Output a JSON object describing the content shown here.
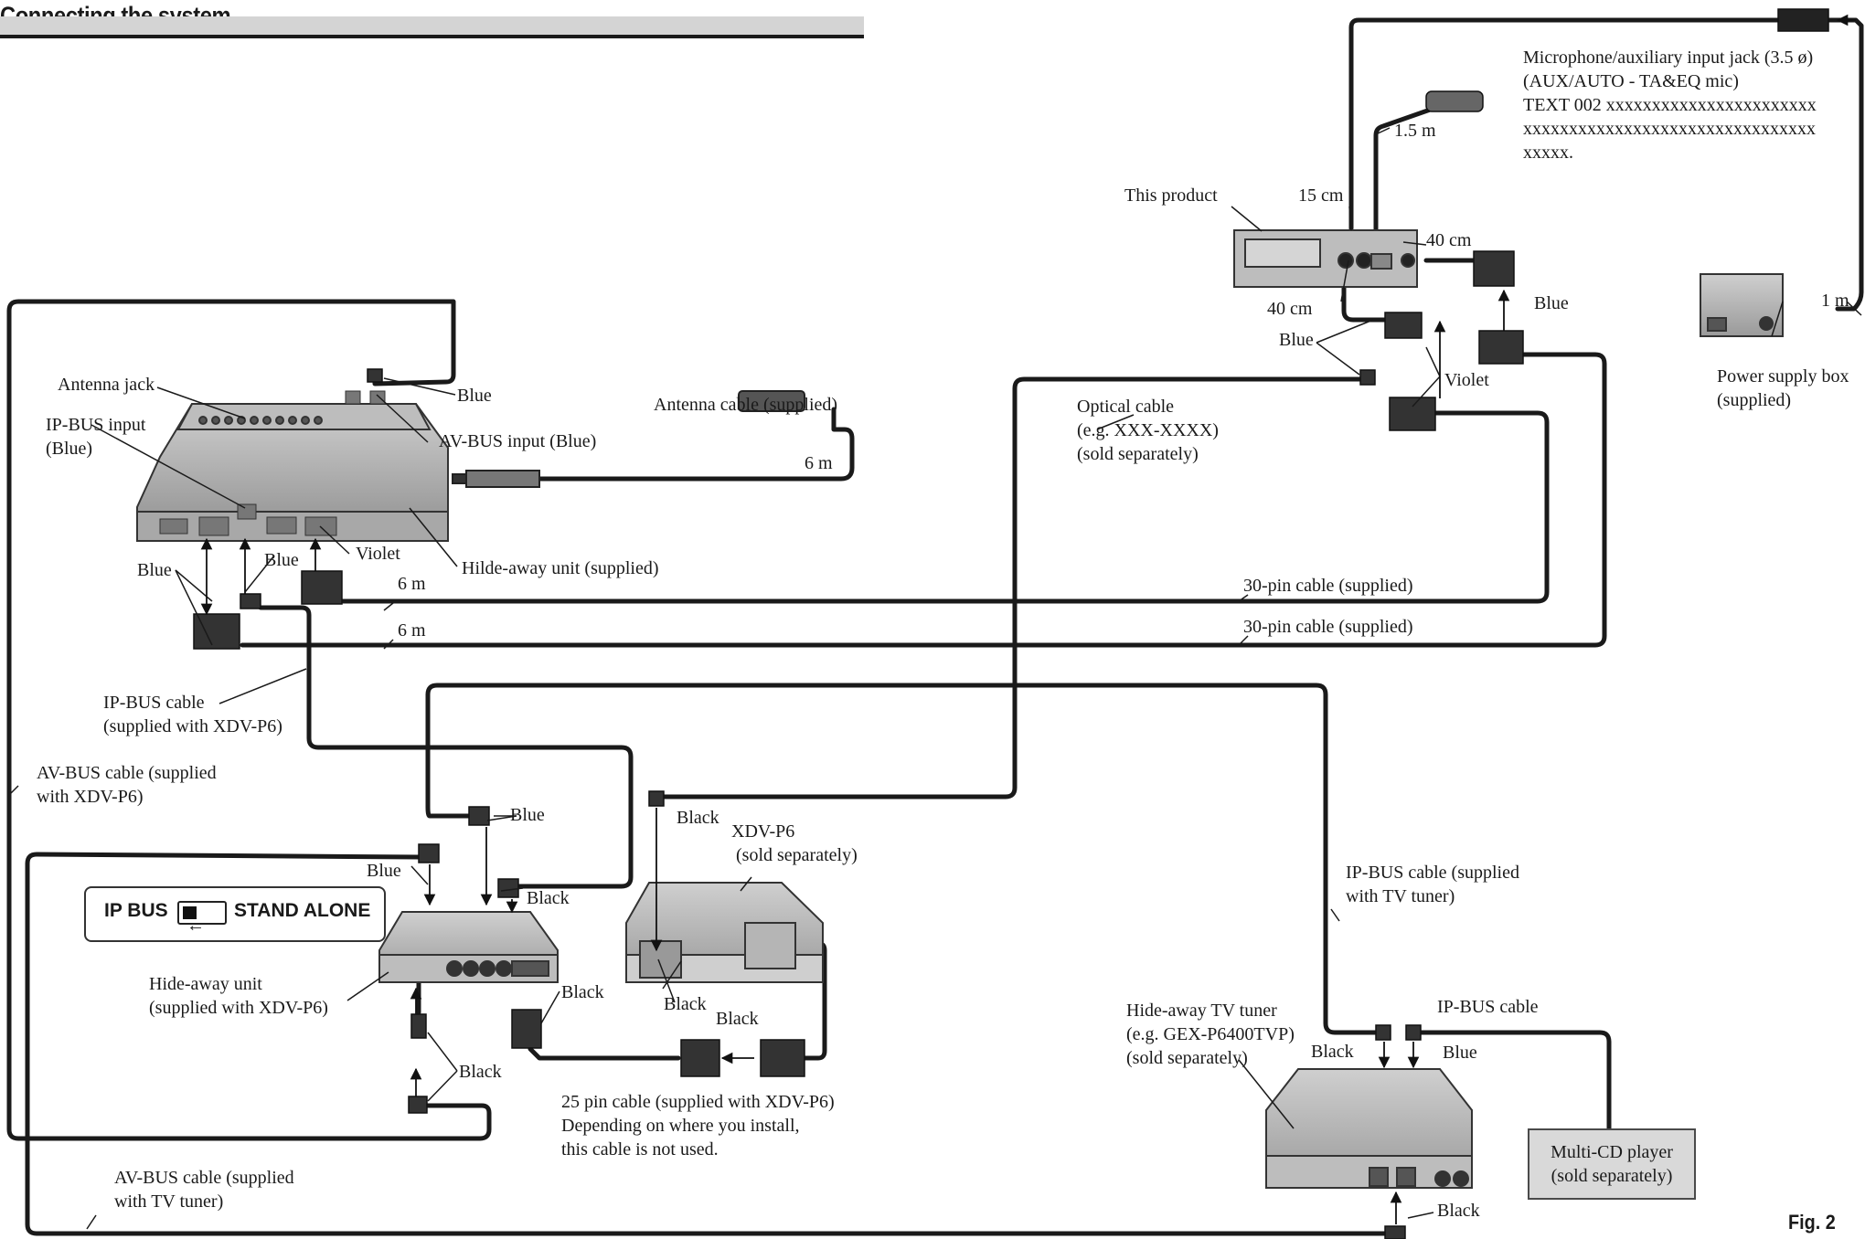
{
  "header": {
    "title": "Connecting the system"
  },
  "figure_label": "Fig. 2",
  "switch": {
    "left_label": "IP BUS",
    "right_label": "STAND ALONE",
    "arrow": "←"
  },
  "components": {
    "multi_cd": {
      "line1": "Multi-CD player",
      "line2": "(sold separately)"
    }
  },
  "labels": {
    "mic_jack_1": "Microphone/auxiliary input jack (3.5 ø)",
    "mic_jack_2": "(AUX/AUTO - TA&EQ mic)",
    "mic_jack_3": "TEXT 002 xxxxxxxxxxxxxxxxxxxxxxx",
    "mic_jack_4": "xxxxxxxxxxxxxxxxxxxxxxxxxxxxxxxx",
    "mic_jack_5": "xxxxx.",
    "len_1_5m": "1.5 m",
    "this_product": "This product",
    "len_15cm": "15 cm",
    "len_40cm_a": "40 cm",
    "len_40cm_b": "40 cm",
    "blue_tr": "Blue",
    "blue_tm": "Blue",
    "violet_tr": "Violet",
    "len_1m": "1 m",
    "psu_1": "Power supply box",
    "psu_2": "(supplied)",
    "optical_1": "Optical cable",
    "optical_2": "(e.g. XXX-XXXX)",
    "optical_3": "(sold separately)",
    "antenna_jack": "Antenna jack",
    "blue_av": "Blue",
    "ipbus_in_1": "IP-BUS input",
    "ipbus_in_2": "(Blue)",
    "antenna_cable": "Antenna cable (supplied)",
    "avbus_in": "AV-BUS input (Blue)",
    "len_6m_ant": "6 m",
    "blue_l1": "Blue",
    "blue_l2": "Blue",
    "violet_l": "Violet",
    "hide_main": "Hilde-away unit (supplied)",
    "len_6m_a": "6 m",
    "len_6m_b": "6 m",
    "pin30_a": "30-pin cable (supplied)",
    "pin30_b": "30-pin cable (supplied)",
    "ipbus_cable_1": "IP-BUS cable",
    "ipbus_cable_2": "(supplied with XDV-P6)",
    "avbus_cable_1": "AV-BUS cable (supplied",
    "avbus_cable_2": "with XDV-P6)",
    "blue_m1": "Blue",
    "black_xdv": "Black",
    "xdv_1": "XDV-P6",
    "xdv_2": "(sold separately)",
    "blue_m2": "Blue",
    "black_m1": "Black",
    "hide_xdv_1": "Hide-away unit",
    "hide_xdv_2": "(supplied with XDV-P6)",
    "black_m2": "Black",
    "black_m3": "Black",
    "black_m4": "Black",
    "black_m5": "Black",
    "pin25_1": "25 pin cable (supplied with XDV-P6)",
    "pin25_2": "Depending on where you install,",
    "pin25_3": "this cable is not used.",
    "ipbus_tv_1": "IP-BUS cable (supplied",
    "ipbus_tv_2": "with TV tuner)",
    "ipbus_cable_tv": "IP-BUS cable",
    "tv_1": "Hide-away TV tuner",
    "tv_2": "(e.g. GEX-P6400TVP)",
    "tv_3": "(sold separately)",
    "black_tv": "Black",
    "blue_tv": "Blue",
    "black_tv2": "Black",
    "avbus_tv_1": "AV-BUS cable (supplied",
    "avbus_tv_2": "with TV tuner)"
  }
}
